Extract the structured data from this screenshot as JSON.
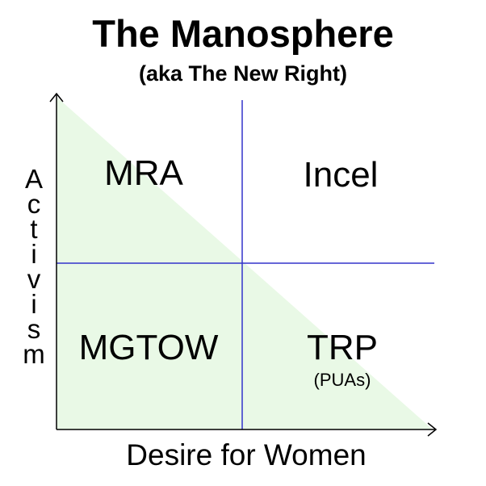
{
  "title": "The Manosphere",
  "subtitle": "(aka The New Right)",
  "axes": {
    "x_label": "Desire for Women",
    "y_label": "Activism"
  },
  "quadrants": {
    "top_left": "MRA",
    "top_right": "Incel",
    "bottom_left": "MGTOW",
    "bottom_right": "TRP",
    "bottom_right_sub": "(PUAs)"
  },
  "colors": {
    "shade": "#e9f9e6",
    "divider": "#3333cc",
    "axis": "#000000"
  }
}
